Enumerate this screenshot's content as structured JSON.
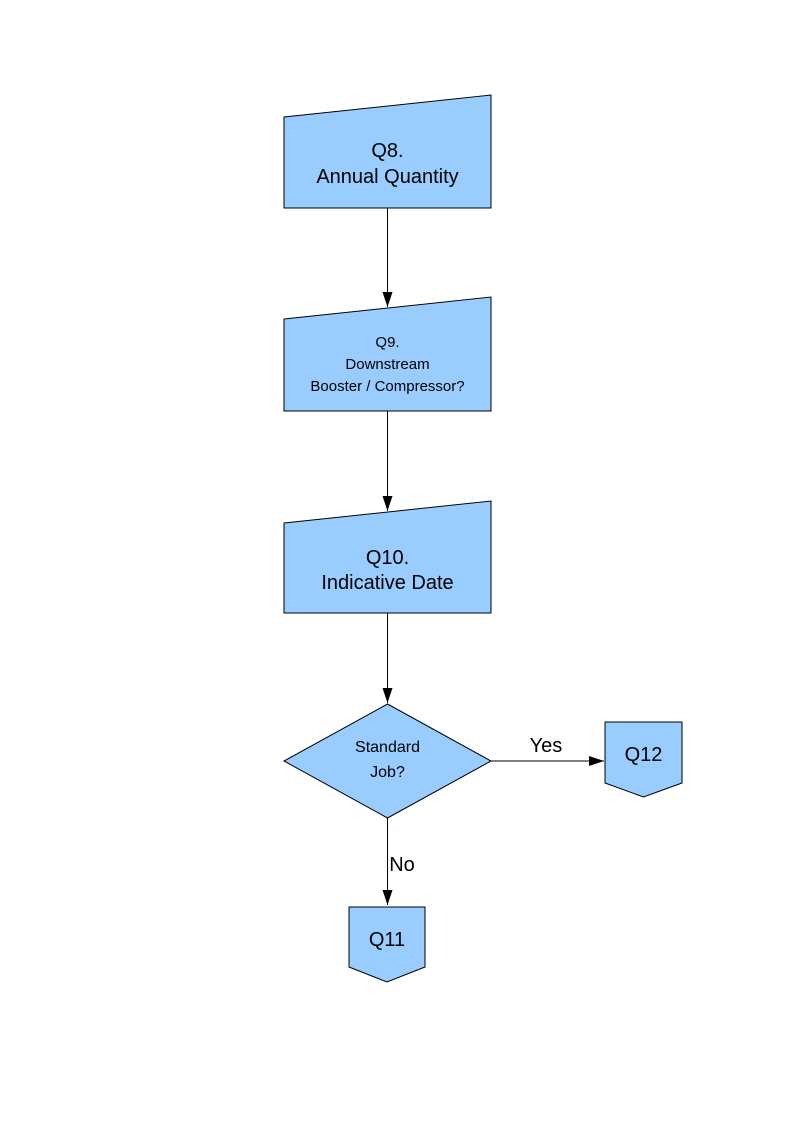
{
  "page": {
    "background_color": "#FFFFFF"
  },
  "flowchart": {
    "colors": {
      "node_fill": "#99CCFF",
      "node_border": "#000000",
      "connector_color": "#000000",
      "text_color": "#000000"
    },
    "nodes": {
      "q8": {
        "shape": "manual-input",
        "lines": [
          "Q8.",
          "Annual Quantity"
        ]
      },
      "q9": {
        "shape": "manual-input",
        "lines": [
          "Q9.",
          "Downstream",
          "Booster / Compressor?"
        ]
      },
      "q10": {
        "shape": "manual-input",
        "lines": [
          "Q10.",
          "Indicative Date"
        ]
      },
      "standard_job": {
        "shape": "decision",
        "lines": [
          "Standard",
          "Job?"
        ]
      },
      "q12": {
        "shape": "off-page-connector",
        "label": "Q12"
      },
      "q11": {
        "shape": "off-page-connector",
        "label": "Q11"
      }
    },
    "edges": {
      "q8_to_q9": {
        "label": ""
      },
      "q9_to_q10": {
        "label": ""
      },
      "q10_to_standard_job": {
        "label": ""
      },
      "standard_job_to_q12": {
        "label": "Yes"
      },
      "standard_job_to_q11": {
        "label": "No"
      }
    }
  }
}
